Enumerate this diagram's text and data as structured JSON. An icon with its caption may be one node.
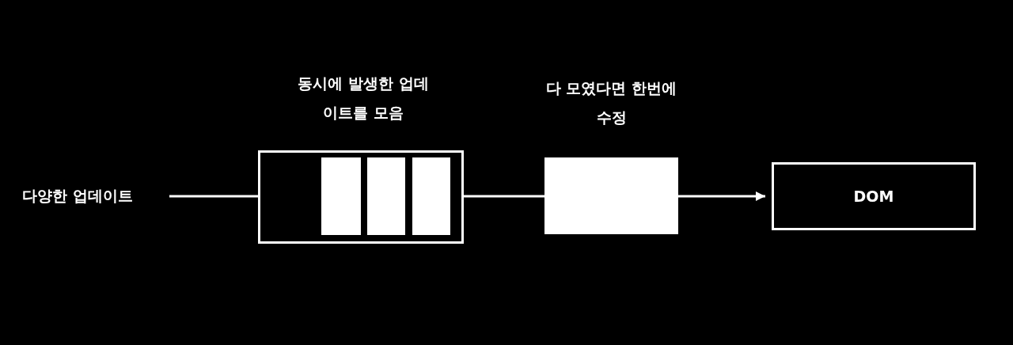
{
  "diagram": {
    "nodes": [
      {
        "text": [
          "다양한 업데이트"
        ]
      },
      {
        "text": [
          "동시에 발생한 업데이트를 모음"
        ]
      },
      {
        "text": [],
        "shape": "bar",
        "in": 1
      },
      {
        "text": [],
        "shape": "bar",
        "in": 1
      },
      {
        "text": [],
        "shape": "bar",
        "in": 1
      },
      {
        "text": [
          "다 모였다면 한번에 수정"
        ]
      },
      {
        "text": [
          "DOM"
        ]
      }
    ],
    "edges": [
      {
        "from": 0,
        "to": 1,
        "arrow": "none"
      },
      {
        "from": 1,
        "to": 5,
        "arrow": "none"
      },
      {
        "from": 5,
        "to": 6,
        "arrow": "to"
      }
    ]
  }
}
